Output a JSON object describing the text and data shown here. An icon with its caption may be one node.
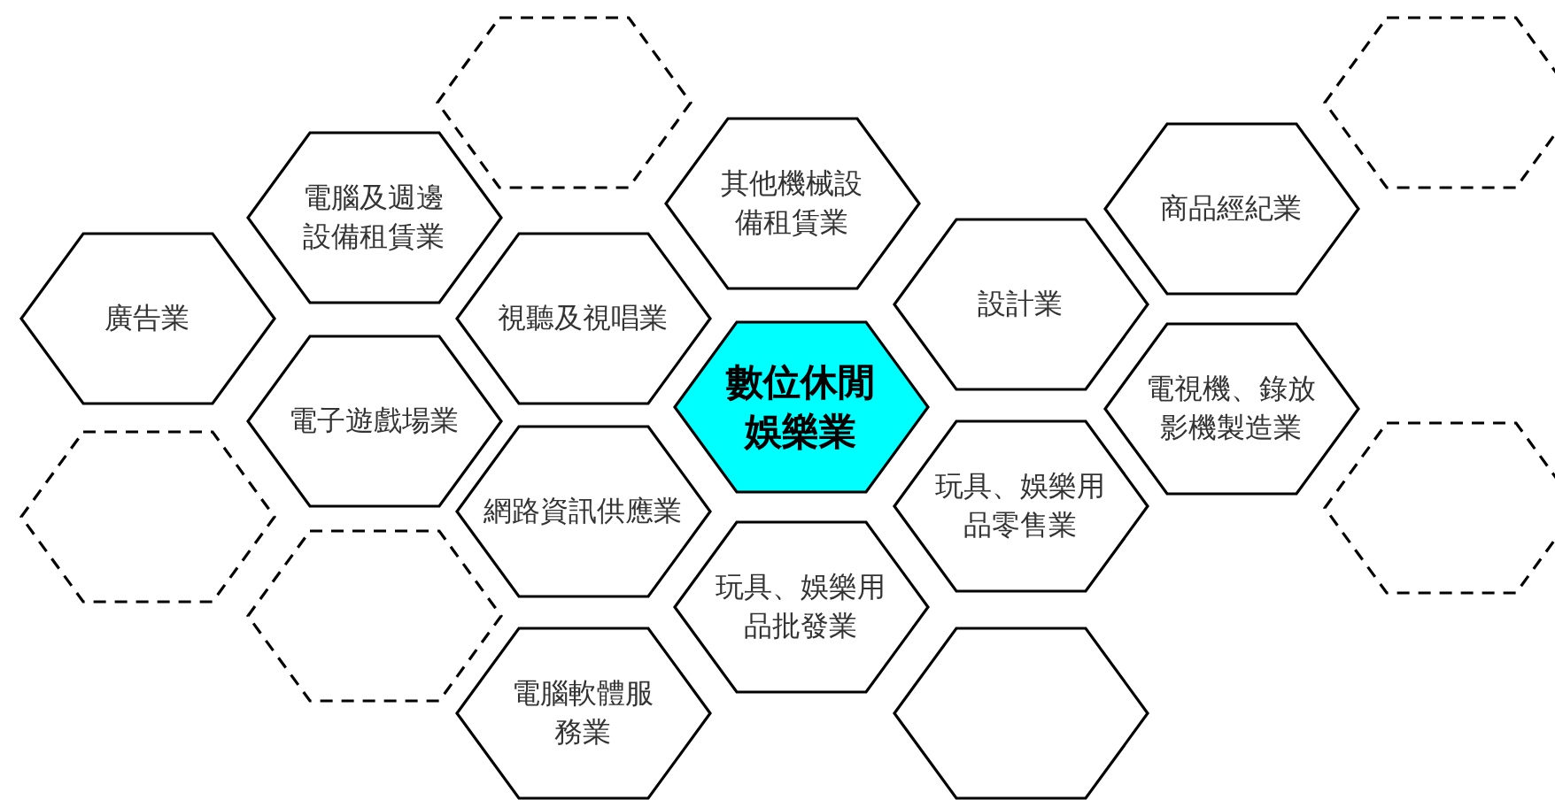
{
  "diagram": {
    "nodes": [
      {
        "text": [],
        "shape": "hexagon"
      },
      {
        "text": [],
        "shape": "hexagon"
      },
      {
        "text": [
          "其他機械設備租賃業"
        ]
      },
      {
        "text": [
          "商品經紀業"
        ]
      },
      {
        "text": [
          "電腦及週邊設備租賃業"
        ]
      },
      {
        "text": [
          "設計業"
        ]
      },
      {
        "text": [
          "廣告業"
        ]
      },
      {
        "text": [
          "視聽及視唱業"
        ]
      },
      {
        "text": [
          "數位休閒娛樂業"
        ]
      },
      {
        "text": [
          "電視機、錄放影機製造業"
        ]
      },
      {
        "text": [
          "電子遊戲場業"
        ]
      },
      {
        "text": [
          "玩具、娛樂用品零售業"
        ]
      },
      {
        "text": [],
        "shape": "hexagon"
      },
      {
        "text": [
          "網路資訊供應業"
        ]
      },
      {
        "text": [],
        "shape": "hexagon"
      },
      {
        "text": [
          "玩具、娛樂用品批發業"
        ]
      },
      {
        "text": [],
        "shape": "hexagon"
      },
      {
        "text": [
          "電腦軟體服務業"
        ]
      },
      {
        "text": [],
        "shape": "hexagon"
      }
    ]
  }
}
